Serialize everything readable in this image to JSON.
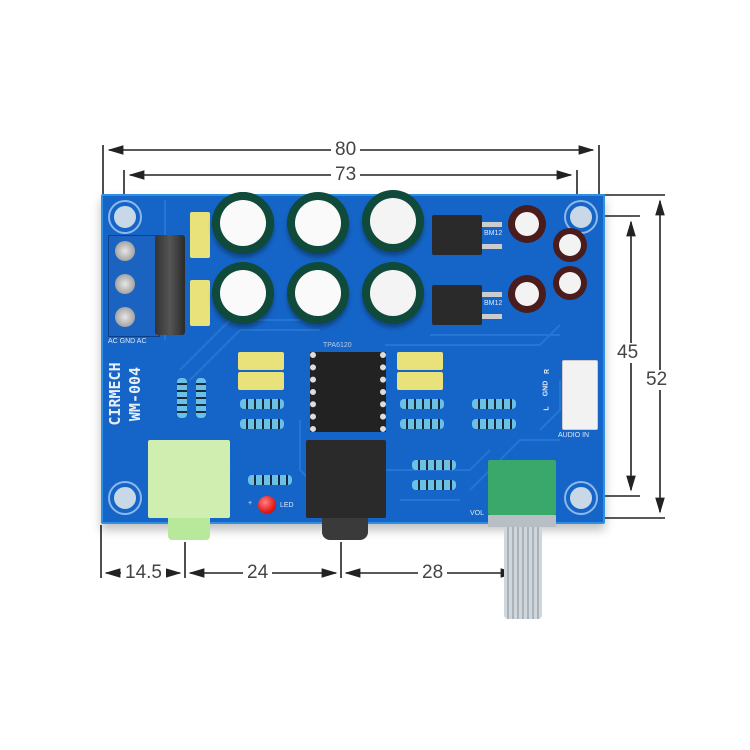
{
  "board": {
    "brand": "CIRMECH",
    "model": "WM-004",
    "chip_label": "TPA6120",
    "regulator_label_1": "BM12",
    "regulator_label_2": "BM12",
    "power_label": "AC GND AC",
    "audio_label": "AUDIO IN",
    "pin_labels": [
      "L",
      "GND",
      "R"
    ],
    "vol_label": "VOL",
    "led_label": "LED",
    "led_plus": "+",
    "colors": {
      "pcb": "#1565c8",
      "pcb_edge": "#2f8fe0",
      "terminal": "#1a63c0",
      "capacitor": "#0f4a3a",
      "film_cap": "#e9e27a",
      "jack_green": "#cfeeb0",
      "jack_black": "#2a2a2a",
      "pot_green": "#3aa86a",
      "led": "#e51b1b"
    }
  },
  "dimensions": {
    "width_outer": "80",
    "width_holes": "73",
    "height_holes": "45",
    "height_outer": "52",
    "offset_jack1": "14.5",
    "offset_jack2": "24",
    "offset_pot": "28"
  }
}
